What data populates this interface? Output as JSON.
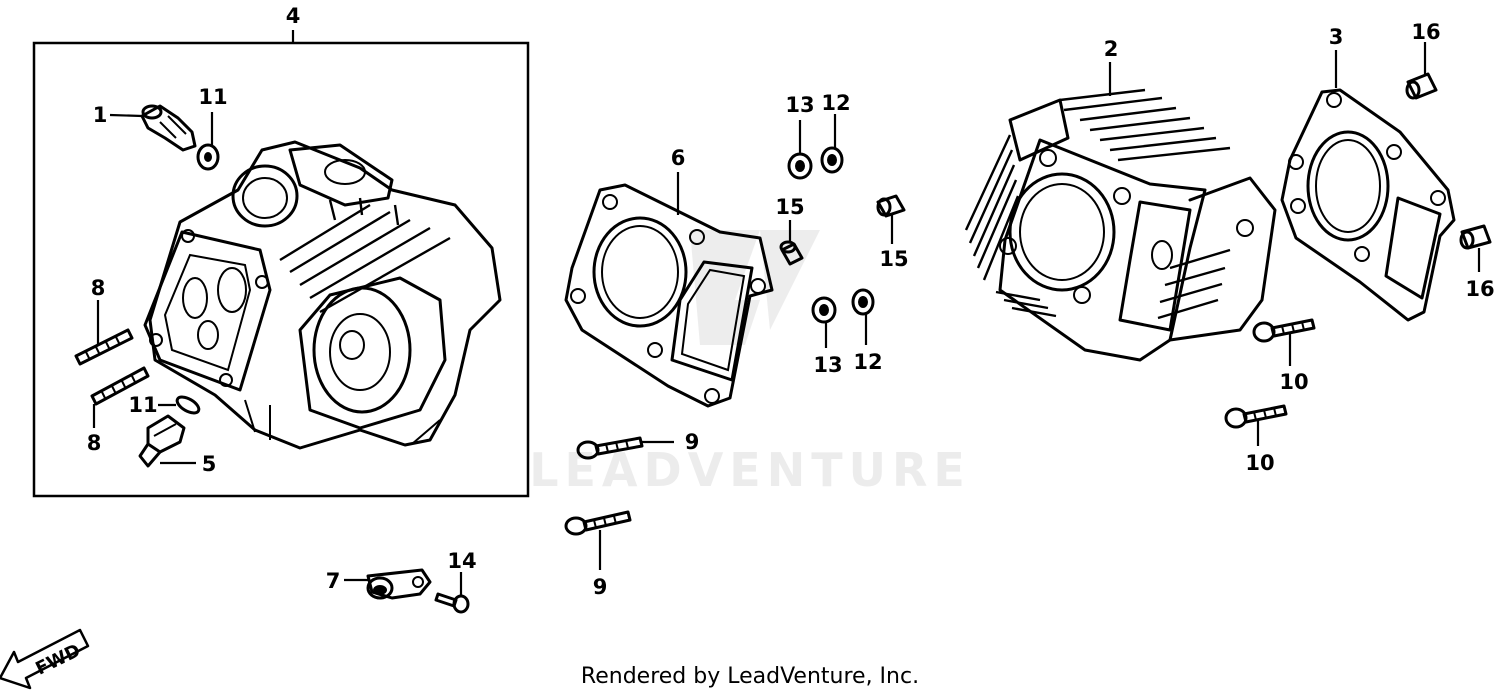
{
  "callouts": {
    "c1": "1",
    "c2": "2",
    "c3": "3",
    "c4": "4",
    "c5": "5",
    "c6": "6",
    "c7": "7",
    "c8a": "8",
    "c8b": "8",
    "c9a": "9",
    "c9b": "9",
    "c10a": "10",
    "c10b": "10",
    "c11a": "11",
    "c11b": "11",
    "c12a": "12",
    "c12b": "12",
    "c13a": "13",
    "c13b": "13",
    "c14": "14",
    "c15a": "15",
    "c15b": "15",
    "c16a": "16",
    "c16b": "16"
  },
  "direction_label": "FWD",
  "watermark": "LEADVENTURE",
  "footer": "Rendered by LeadVenture, Inc."
}
